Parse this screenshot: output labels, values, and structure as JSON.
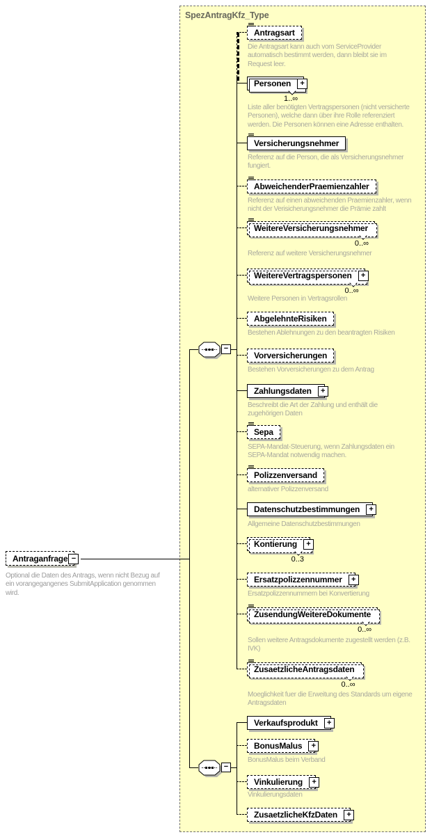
{
  "diagram": {
    "title": "SpezAntragKfz_Type",
    "root": {
      "label": "Antraganfrage",
      "description": "Optional die Daten des Antrags, wenn nicht Bezug auf\nein vorangegangenes SubmitApplication genommen\nwird."
    },
    "compositors": [
      {
        "type": "sequence"
      },
      {
        "type": "sequence"
      }
    ],
    "icons": {
      "expand_glyph": "+",
      "collapse_glyph": "−"
    },
    "elements": [
      {
        "label": "Antragsart",
        "description": "Die Antragsart kann auch vom ServiceProvider\nautomatisch bestimmt werden, dann bleibt sie im\nRequest leer."
      },
      {
        "label": "Personen",
        "occurrence": "1..∞",
        "description": "Liste aller benötigten Vertragspersonen (nicht versicherte\nPersonen), welche dann über ihre Rolle referenziert\nwerden. Die Personen können eine Adresse enthalten."
      },
      {
        "label": "Versicherungsnehmer",
        "description": "Referenz auf die Person, die als Versicherungsnehmer\nfungiert."
      },
      {
        "label": "AbweichenderPraemienzahler",
        "description": "Referenz auf einen abweichenden Praemienzahler, wenn\nnicht der Verisicherungsnehmer die Prämie zahlt"
      },
      {
        "label": "WeitereVersicherungsnehmer",
        "occurrence": "0..∞",
        "description": "Referenz auf weitere Versicherungsnehmer"
      },
      {
        "label": "WeitereVertragspersonen",
        "occurrence": "0..∞",
        "description": "Weitere Personen in Vertragsrollen"
      },
      {
        "label": "AbgelehnteRisiken",
        "description": "Bestehen Ablehnungen zu den beantragten Risiken"
      },
      {
        "label": "Vorversicherungen",
        "description": "Bestehen Vorversicherungen zu dem Antrag"
      },
      {
        "label": "Zahlungsdaten",
        "description": "Beschreibt die Art der Zahlung und enthält die\nzugehörigen Daten"
      },
      {
        "label": "Sepa",
        "description": "SEPA-Mandat-Steuerung, wenn Zahlungsdaten ein\nSEPA-Mandat notwendig machen."
      },
      {
        "label": "Polizzenversand",
        "description": "alternativer Polizzenversand"
      },
      {
        "label": "Datenschutzbestimmungen",
        "description": "Allgemeine Datenschutzbestimmungen"
      },
      {
        "label": "Kontierung",
        "occurrence": "0..3"
      },
      {
        "label": "Ersatzpolizzennummer",
        "description": "Ersatzpolizzennummern bei Konvertierung"
      },
      {
        "label": "ZusendungWeitereDokumente",
        "occurrence": "0..∞",
        "description": "Sollen weitere Antragsdokumente zugestellt werden (z.B.\nIVK)"
      },
      {
        "label": "ZusaetzlicheAntragsdaten",
        "occurrence": "0..∞",
        "description": "Moeglichkeit fuer die Erweitung des Standards um eigene\nAntragsdaten"
      },
      {
        "label": "Verkaufsprodukt"
      },
      {
        "label": "BonusMalus",
        "description": "BonusMalus beim Verband"
      },
      {
        "label": "Vinkulierung",
        "description": "Vinkulierungsdaten"
      },
      {
        "label": "ZusaetzlicheKfzDaten"
      }
    ]
  }
}
